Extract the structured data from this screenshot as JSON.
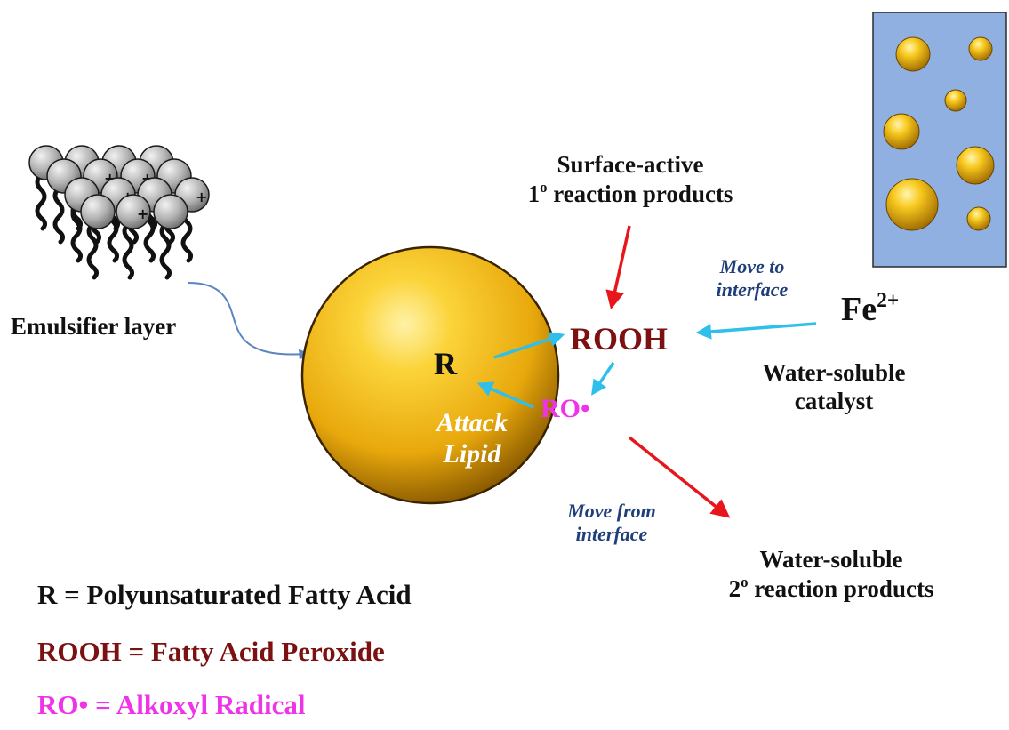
{
  "colors": {
    "lipid_gold": "#f2b90f",
    "panel_blue": "#8fb0e0",
    "reaction_arrow": "#e8151b",
    "flow_arrow": "#2ebfea",
    "rooh": "#7b1111",
    "radical": "#ee33e8",
    "move_text": "#1f3f7a",
    "emulsifier_link": "#5b84c2"
  },
  "labels": {
    "surface_active_line1": "Surface-active",
    "surface_active_line2_sup": "o",
    "surface_active_line2_prefix": "1",
    "surface_active_line2_suffix": " reaction products",
    "move_to_line1": "Move to",
    "move_to_line2": "interface",
    "fe_base": "Fe",
    "fe_charge": "2+",
    "emulsifier": "Emulsifier layer",
    "r": "R",
    "rooh": "ROOH",
    "ro": "RO•",
    "attack_line1": "Attack",
    "attack_line2": "Lipid",
    "water_catalyst_line1": "Water-soluble",
    "water_catalyst_line2": "catalyst",
    "move_from_line1": "Move from",
    "move_from_line2": "interface",
    "water_products_line1": "Water-soluble",
    "water_products_line2_prefix": "2",
    "water_products_line2_sup": "o",
    "water_products_line2_suffix": " reaction products"
  },
  "legend": [
    {
      "text": "R = Polyunsaturated Fatty Acid",
      "color": "#111111"
    },
    {
      "text": "ROOH = Fatty Acid Peroxide",
      "color": "#7b1111"
    },
    {
      "text": "RO• = Alkoxyl Radical",
      "color": "#ee33e8"
    }
  ],
  "icons": {
    "emulsifier_head": "plus-sign"
  }
}
